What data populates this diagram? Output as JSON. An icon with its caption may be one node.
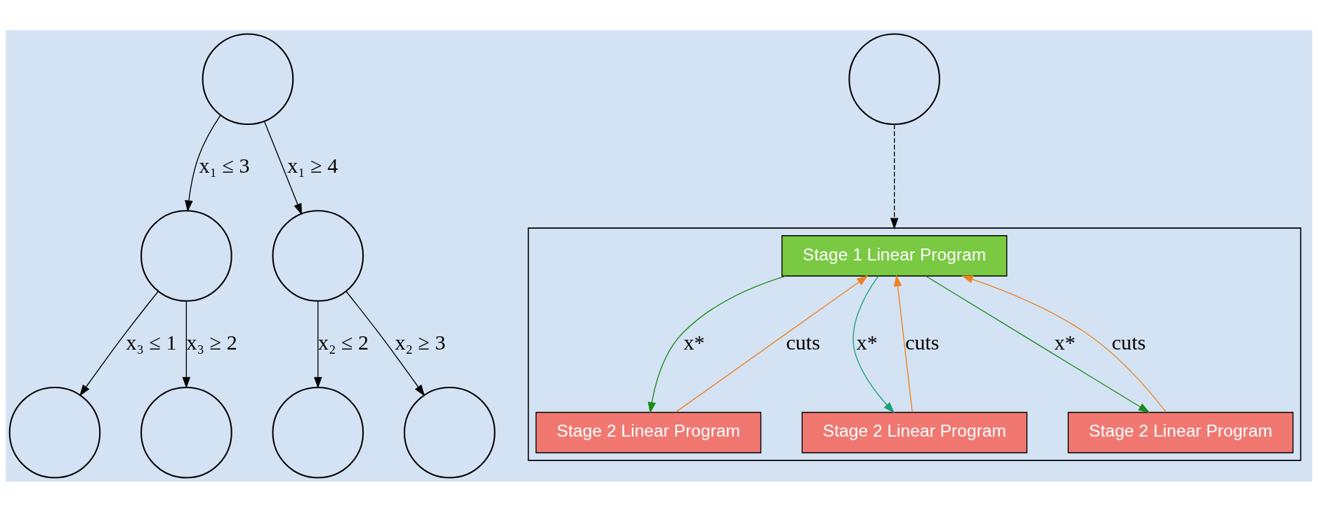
{
  "diagram": {
    "nodes": [
      {
        "text": [],
        "shape": "circle"
      },
      {
        "text": [],
        "shape": "circle"
      },
      {
        "text": [],
        "shape": "circle"
      },
      {
        "text": [],
        "shape": "circle"
      },
      {
        "text": [],
        "shape": "circle"
      },
      {
        "text": [],
        "shape": "circle"
      },
      {
        "text": [],
        "shape": "circle"
      },
      {
        "text": [],
        "shape": "circle"
      },
      {
        "text": [],
        "shape": "box"
      },
      {
        "text": [
          "Stage 1 Linear Program"
        ],
        "in": 8
      },
      {
        "text": [
          "Stage 2 Linear Program"
        ],
        "in": 8
      },
      {
        "text": [
          "Stage 2 Linear Program"
        ],
        "in": 8
      },
      {
        "text": [
          "Stage 2 Linear Program"
        ],
        "in": 8
      }
    ],
    "edges": [
      {
        "from": 0,
        "to": 1,
        "arrow": "to",
        "label": "x₁ ≤ 3"
      },
      {
        "from": 0,
        "to": 2,
        "arrow": "to",
        "label": "x₁ ≥ 4"
      },
      {
        "from": 1,
        "to": 3,
        "arrow": "to",
        "label": "x₃ ≤ 1"
      },
      {
        "from": 1,
        "to": 4,
        "arrow": "to",
        "label": "x₃ ≥ 2"
      },
      {
        "from": 2,
        "to": 5,
        "arrow": "to",
        "label": "x₂ ≤ 2"
      },
      {
        "from": 2,
        "to": 6,
        "arrow": "to",
        "label": "x₂ ≥ 3"
      },
      {
        "from": 7,
        "to": 8,
        "arrow": "to",
        "style": "dashed"
      },
      {
        "from": 9,
        "to": 10,
        "arrow": "to",
        "label": "x*",
        "color": "#1a8a1a"
      },
      {
        "from": 9,
        "to": 11,
        "arrow": "to",
        "label": "x*",
        "color": "#1aa07a"
      },
      {
        "from": 9,
        "to": 12,
        "arrow": "to",
        "label": "x*",
        "color": "#1a8a1a"
      },
      {
        "from": 10,
        "to": 9,
        "arrow": "to",
        "label": "cuts",
        "color": "#f08020"
      },
      {
        "from": 11,
        "to": 9,
        "arrow": "to",
        "label": "cuts",
        "color": "#f08020"
      },
      {
        "from": 12,
        "to": 9,
        "arrow": "to",
        "label": "cuts",
        "color": "#f08020"
      }
    ]
  }
}
